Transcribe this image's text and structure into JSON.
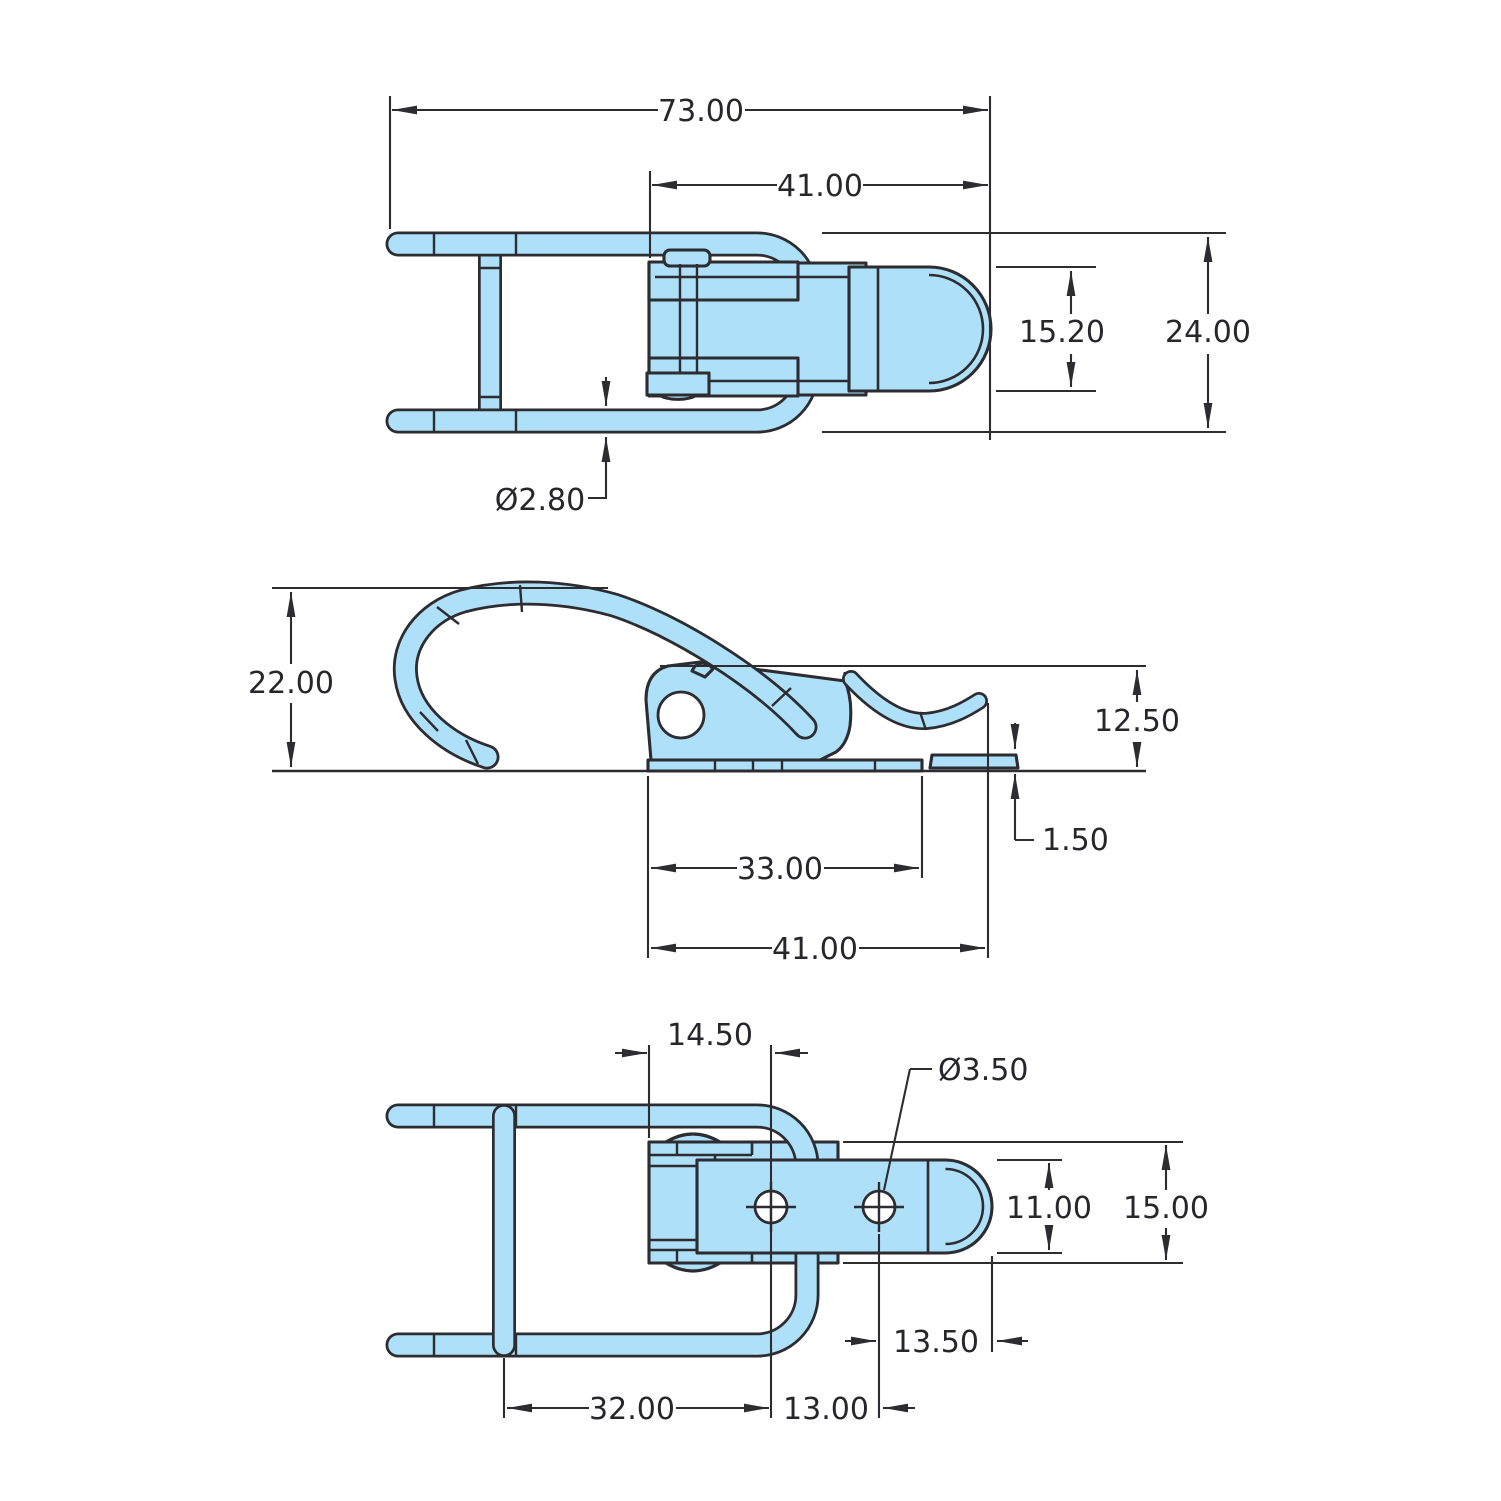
{
  "colors": {
    "part_fill": "#aee0f9",
    "line": "#2c2c31",
    "background": "#ffffff"
  },
  "views": {
    "top": {
      "dims": {
        "overall_length": "73.00",
        "latch_length": "41.00",
        "keeper_height": "15.20",
        "overall_width": "24.00",
        "wire_diameter": "Ø2.80"
      }
    },
    "side": {
      "dims": {
        "hook_height": "22.00",
        "latch_height": "12.50",
        "catch_thickness": "1.50",
        "base_length": "33.00",
        "latch_length": "41.00"
      }
    },
    "bottom": {
      "dims": {
        "hole_offset": "14.50",
        "hole_diameter": "Ø3.50",
        "plate_width": "11.00",
        "bracket_width": "15.00",
        "hole_to_end": "13.50",
        "loop_to_hole": "32.00",
        "hole_spacing": "13.00"
      }
    }
  }
}
